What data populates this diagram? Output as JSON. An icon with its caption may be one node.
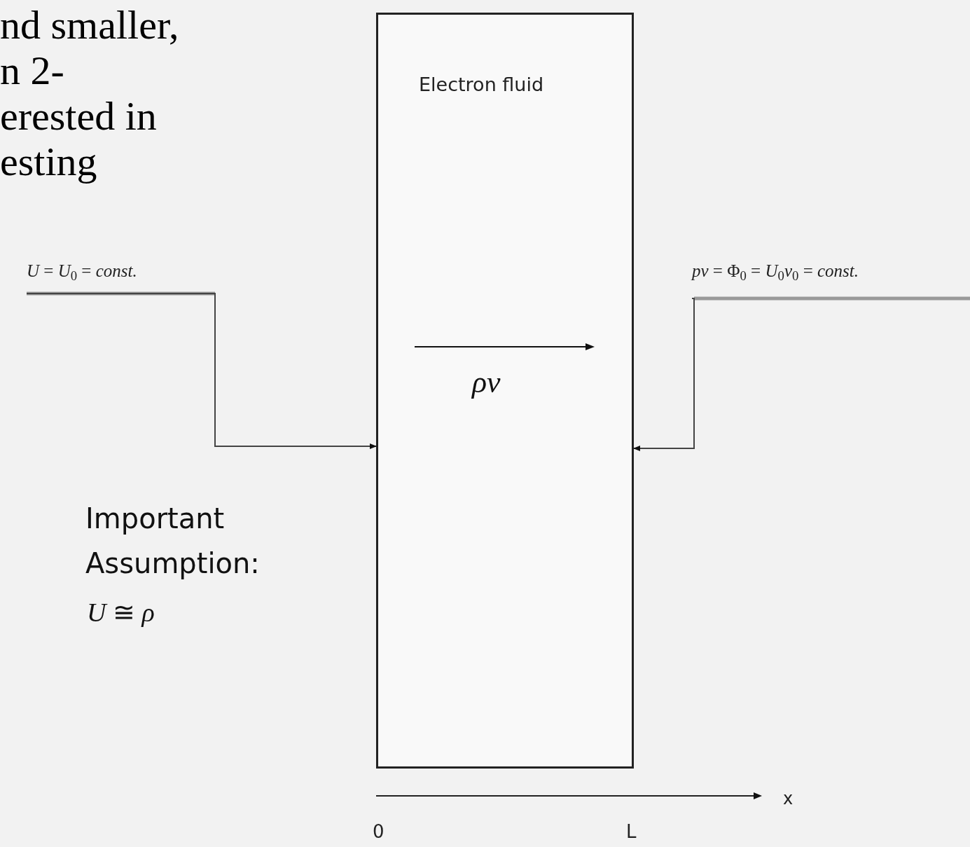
{
  "diagram": {
    "nodes": [
      {
        "text": [
          "Electron fluid",
          "*ρv*"
        ]
      },
      {
        "text": [
          "*U* = *U*$_{0}$ = *const.*"
        ]
      },
      {
        "text": [
          "*pv* = Φ$_{0}$ = *U*$_{0}$*v*$_{0}$ = *const.*"
        ]
      }
    ],
    "edges": [
      {
        "from": 1,
        "to": 0,
        "arrow": "to"
      },
      {
        "from": 2,
        "to": 0,
        "arrow": "to"
      }
    ],
    "labels": [
      "nd smaller,",
      "n 2-",
      "erested in",
      "esting",
      "Important Assumption:",
      "*U* ≅ *ρ*",
      "x",
      "0",
      "L"
    ]
  }
}
